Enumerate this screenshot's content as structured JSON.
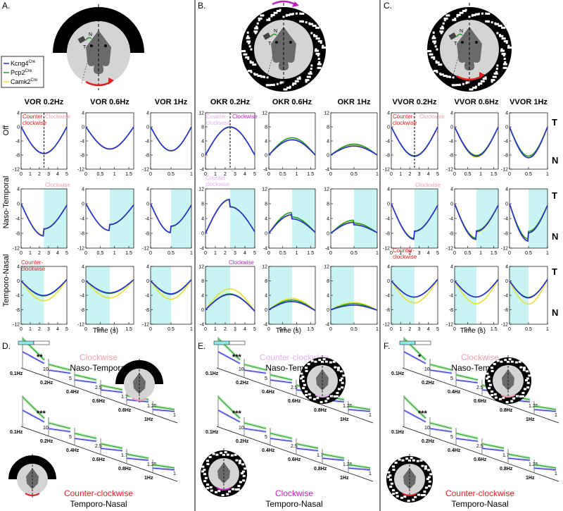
{
  "panel_labels": [
    "A.",
    "B.",
    "C.",
    "D.",
    "E.",
    "F."
  ],
  "legend": {
    "items": [
      {
        "name": "Kcng4",
        "sup": "Cre",
        "color": "#2a2ad8"
      },
      {
        "name": "Pcp2",
        "sup": "Cre",
        "color": "#1f9a1f"
      },
      {
        "name": "Camk2",
        "sup": "Cre",
        "color": "#e8e030"
      }
    ]
  },
  "row_labels": [
    "Off",
    "Naso-Temporal",
    "Temporo-Nasal"
  ],
  "x_axis_label": "Time (s)",
  "tn_labels": {
    "top": "T",
    "bottom": "N"
  },
  "colors": {
    "kcng4": "#2a2ad8",
    "pcp2": "#1f9a1f",
    "camk2": "#e8e030",
    "cyan": "#c8f4f4",
    "red": "#e02020",
    "magenta": "#c020c0",
    "pink": "#f0a0b0",
    "lilac": "#e0b0f0"
  },
  "annotations": {
    "ccw": "Counter-\nclockwise",
    "cw": "Clockwise",
    "ccw_one": "Counter-clockwise"
  },
  "summary_labels": {
    "D": {
      "top": [
        "Clockwise",
        "Naso-Temporal"
      ],
      "bottom": [
        "Counter-clockwise",
        "Temporo-Nasal"
      ],
      "stars": [
        "**",
        "***"
      ]
    },
    "E": {
      "top": [
        "Counter-clockwise",
        "Naso-Temporal"
      ],
      "bottom": [
        "Clockwise",
        "Temporo-Nasal"
      ],
      "stars": [
        "***",
        "***"
      ]
    },
    "F": {
      "top": [
        "Clockwise",
        "Naso-Temporal"
      ],
      "bottom": [
        "Counter-clockwise",
        "Temporo-Nasal"
      ],
      "stars": [
        "*",
        "***"
      ]
    }
  },
  "staircase": {
    "freqs": [
      "0.1Hz",
      "0.2Hz",
      "0.4Hz",
      "0.6Hz",
      "0.8Hz",
      "1Hz"
    ],
    "ticks": [
      "10",
      "5",
      "2.5",
      "1.7",
      "1.25",
      "1"
    ]
  },
  "chart_data": [
    {
      "type": "line",
      "panel": "A",
      "row": "Off",
      "title": "VOR 0.2Hz",
      "x": [
        0,
        5
      ],
      "xticks": [
        0,
        1,
        2,
        3,
        4,
        5
      ],
      "ylim": [
        -12,
        4
      ],
      "yticks": [
        4,
        0,
        -4,
        -8,
        -12
      ],
      "series": [
        {
          "name": "Kcng4",
          "amplitude": -7.8
        },
        {
          "name": "Pcp2",
          "amplitude": -7.6
        },
        {
          "name": "Camk2",
          "amplitude": -7.2
        }
      ]
    },
    {
      "type": "line",
      "panel": "A",
      "row": "Off",
      "title": "VOR 0.6Hz",
      "x": [
        0,
        1.67
      ],
      "xticks": [
        0,
        0.5,
        1,
        1.5
      ],
      "ylim": [
        -12,
        4
      ],
      "series": [
        {
          "name": "Kcng4",
          "amplitude": -6.5
        },
        {
          "name": "Pcp2",
          "amplitude": -6.3
        },
        {
          "name": "Camk2",
          "amplitude": -6.1
        }
      ]
    },
    {
      "type": "line",
      "panel": "A",
      "row": "Off",
      "title": "VOR 1Hz",
      "x": [
        0,
        1
      ],
      "xticks": [
        0,
        0.5,
        1
      ],
      "ylim": [
        -12,
        4
      ],
      "series": [
        {
          "name": "Kcng4",
          "amplitude": -7.0
        },
        {
          "name": "Pcp2",
          "amplitude": -6.8
        },
        {
          "name": "Camk2",
          "amplitude": -6.6
        }
      ]
    },
    {
      "type": "line",
      "panel": "B",
      "row": "Off",
      "title": "OKR 0.2Hz",
      "x": [
        0,
        5
      ],
      "ylim": [
        -4,
        12
      ],
      "yticks": [
        12,
        8,
        4,
        0,
        -4
      ],
      "series": [
        {
          "name": "Kcng4",
          "amplitude": 8.2
        },
        {
          "name": "Pcp2",
          "amplitude": 8.0
        },
        {
          "name": "Camk2",
          "amplitude": 7.6
        }
      ]
    },
    {
      "type": "line",
      "panel": "B",
      "row": "Off",
      "title": "OKR 0.6Hz",
      "x": [
        0,
        1.67
      ],
      "ylim": [
        -4,
        12
      ],
      "series": [
        {
          "name": "Kcng4",
          "amplitude": 4.6
        },
        {
          "name": "Pcp2",
          "amplitude": 4.9
        },
        {
          "name": "Camk2",
          "amplitude": 4.0
        }
      ]
    },
    {
      "type": "line",
      "panel": "B",
      "row": "Off",
      "title": "OKR 1Hz",
      "x": [
        0,
        1
      ],
      "ylim": [
        -4,
        12
      ],
      "series": [
        {
          "name": "Kcng4",
          "amplitude": 2.8
        },
        {
          "name": "Pcp2",
          "amplitude": 3.1
        },
        {
          "name": "Camk2",
          "amplitude": 2.5
        }
      ]
    },
    {
      "type": "line",
      "panel": "C",
      "row": "Off",
      "title": "VVOR 0.2Hz",
      "x": [
        0,
        5
      ],
      "ylim": [
        -12,
        4
      ],
      "series": [
        {
          "name": "Kcng4",
          "amplitude": -8.6
        },
        {
          "name": "Pcp2",
          "amplitude": -8.2
        },
        {
          "name": "Camk2",
          "amplitude": -8.0
        }
      ]
    },
    {
      "type": "line",
      "panel": "C",
      "row": "Off",
      "title": "VVOR 0.6Hz",
      "x": [
        0,
        1.67
      ],
      "ylim": [
        -12,
        4
      ],
      "series": [
        {
          "name": "Kcng4",
          "amplitude": -8.6
        },
        {
          "name": "Pcp2",
          "amplitude": -8.1
        },
        {
          "name": "Camk2",
          "amplitude": -8.3
        }
      ]
    },
    {
      "type": "line",
      "panel": "C",
      "row": "Off",
      "title": "VVOR 1Hz",
      "x": [
        0,
        1
      ],
      "ylim": [
        -12,
        4
      ],
      "series": [
        {
          "name": "Kcng4",
          "amplitude": -9.0
        },
        {
          "name": "Pcp2",
          "amplitude": -8.3
        },
        {
          "name": "Camk2",
          "amplitude": -8.5
        }
      ]
    }
  ]
}
